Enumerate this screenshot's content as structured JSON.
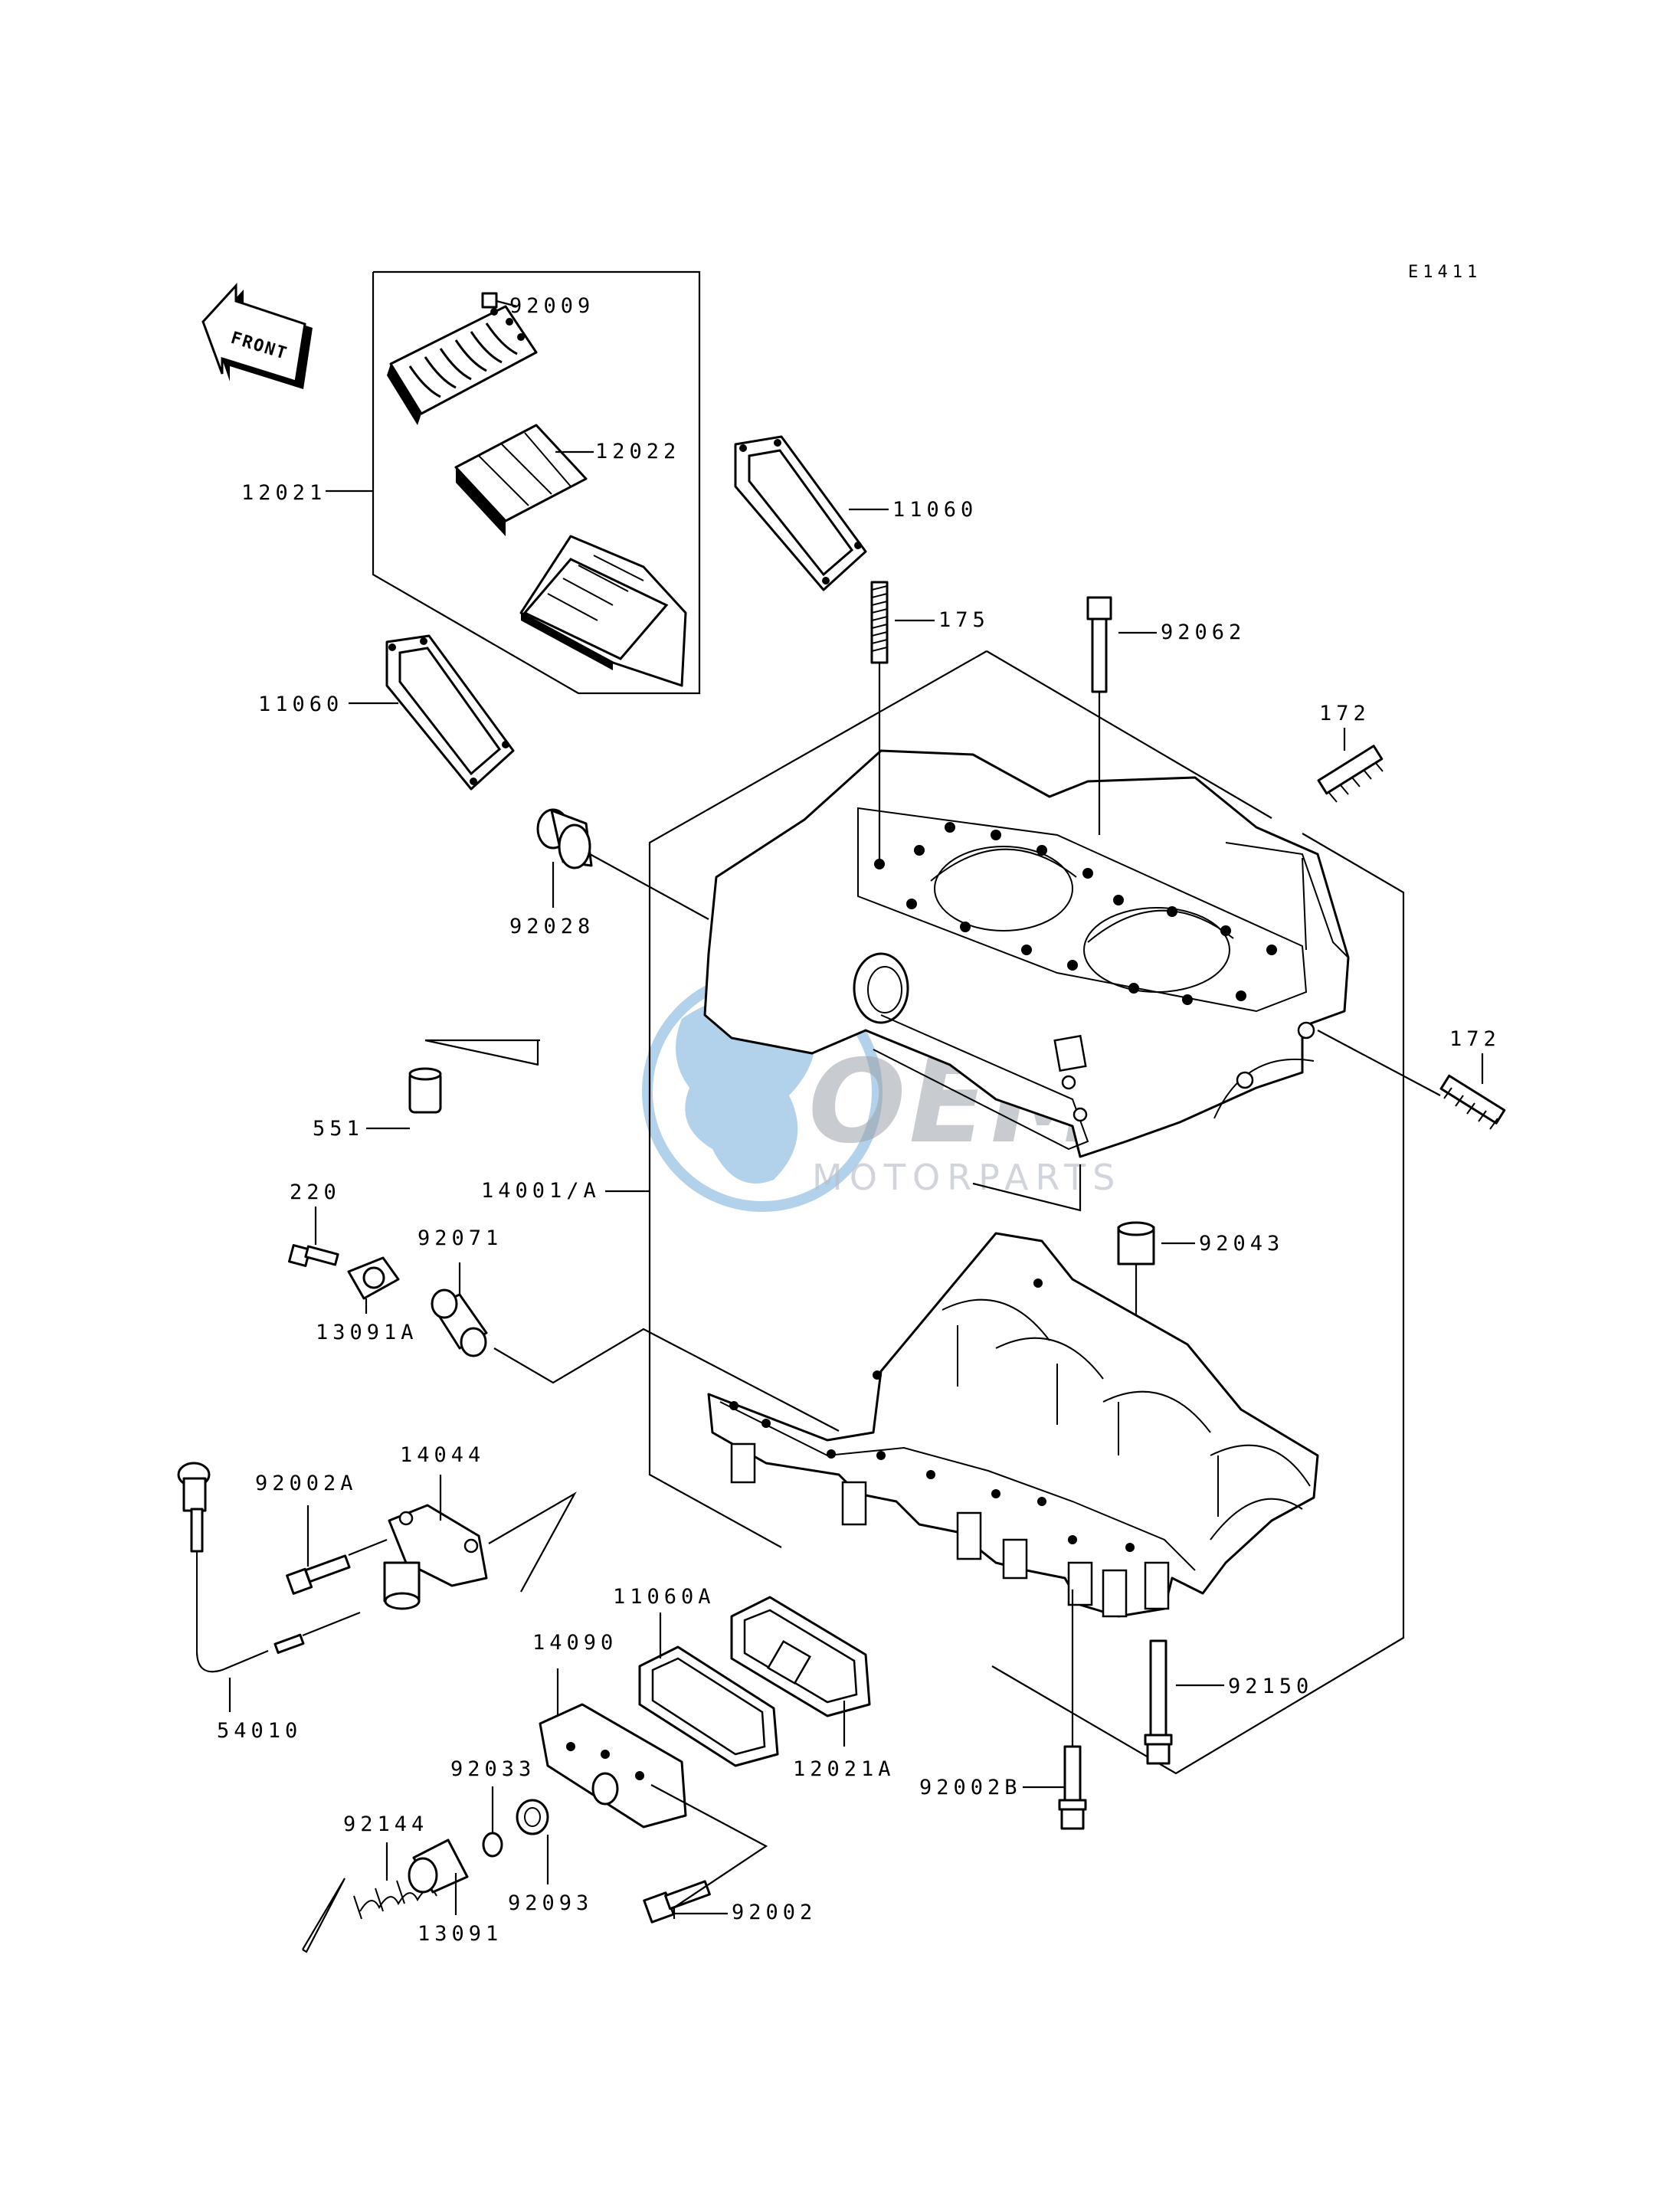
{
  "diagram_code": "E1411",
  "front_label": "FRONT",
  "watermark": {
    "title": "OEM",
    "subtitle": "MOTORPARTS"
  },
  "parts": {
    "p92009": "92009",
    "p12022": "12022",
    "p12021": "12021",
    "p11060_top": "11060",
    "p11060_left": "11060",
    "p175": "175",
    "p92062": "92062",
    "p172_top": "172",
    "p172_right": "172",
    "p92028": "92028",
    "p551": "551",
    "p14001A": "14001/A",
    "p220": "220",
    "p92071": "92071",
    "p13091A": "13091A",
    "p92043": "92043",
    "p14044": "14044",
    "p92002A": "92002A",
    "p54010": "54010",
    "p11060A": "11060A",
    "p14090": "14090",
    "p12021A": "12021A",
    "p92033": "92033",
    "p92150": "92150",
    "p92144": "92144",
    "p92093": "92093",
    "p92002B": "92002B",
    "p13091": "13091",
    "p92002": "92002"
  }
}
